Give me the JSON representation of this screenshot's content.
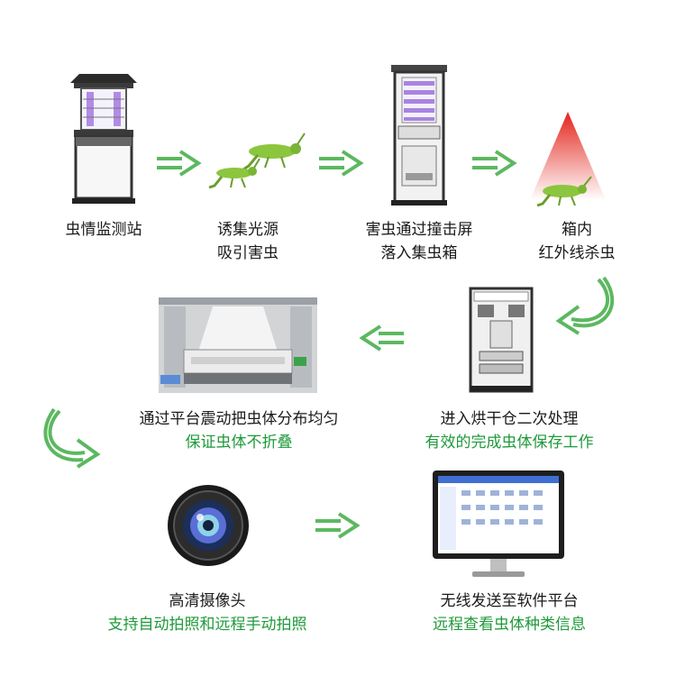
{
  "steps": {
    "station": {
      "label": "虫情监测站"
    },
    "attract": {
      "line1": "诱集光源",
      "line2": "吸引害虫"
    },
    "strike": {
      "line1": "害虫通过撞击屏",
      "line2": "落入集虫箱"
    },
    "infrared": {
      "line1": "箱内",
      "line2": "红外线杀虫"
    },
    "dry": {
      "line1": "进入烘干仓二次处理",
      "line2": "有效的完成虫体保存工作"
    },
    "vibrate": {
      "line1": "通过平台震动把虫体分布均匀",
      "line2": "保证虫体不折叠"
    },
    "camera": {
      "line1": "高清摄像头",
      "line2": "支持自动拍照和远程手动拍照"
    },
    "software": {
      "line1": "无线发送至软件平台",
      "line2": "远程查看虫体种类信息"
    }
  },
  "colors": {
    "arrow": "#5cb860",
    "accent_text": "#1f9a3a",
    "text": "#1a1a1a",
    "laser": "#e3241b"
  }
}
